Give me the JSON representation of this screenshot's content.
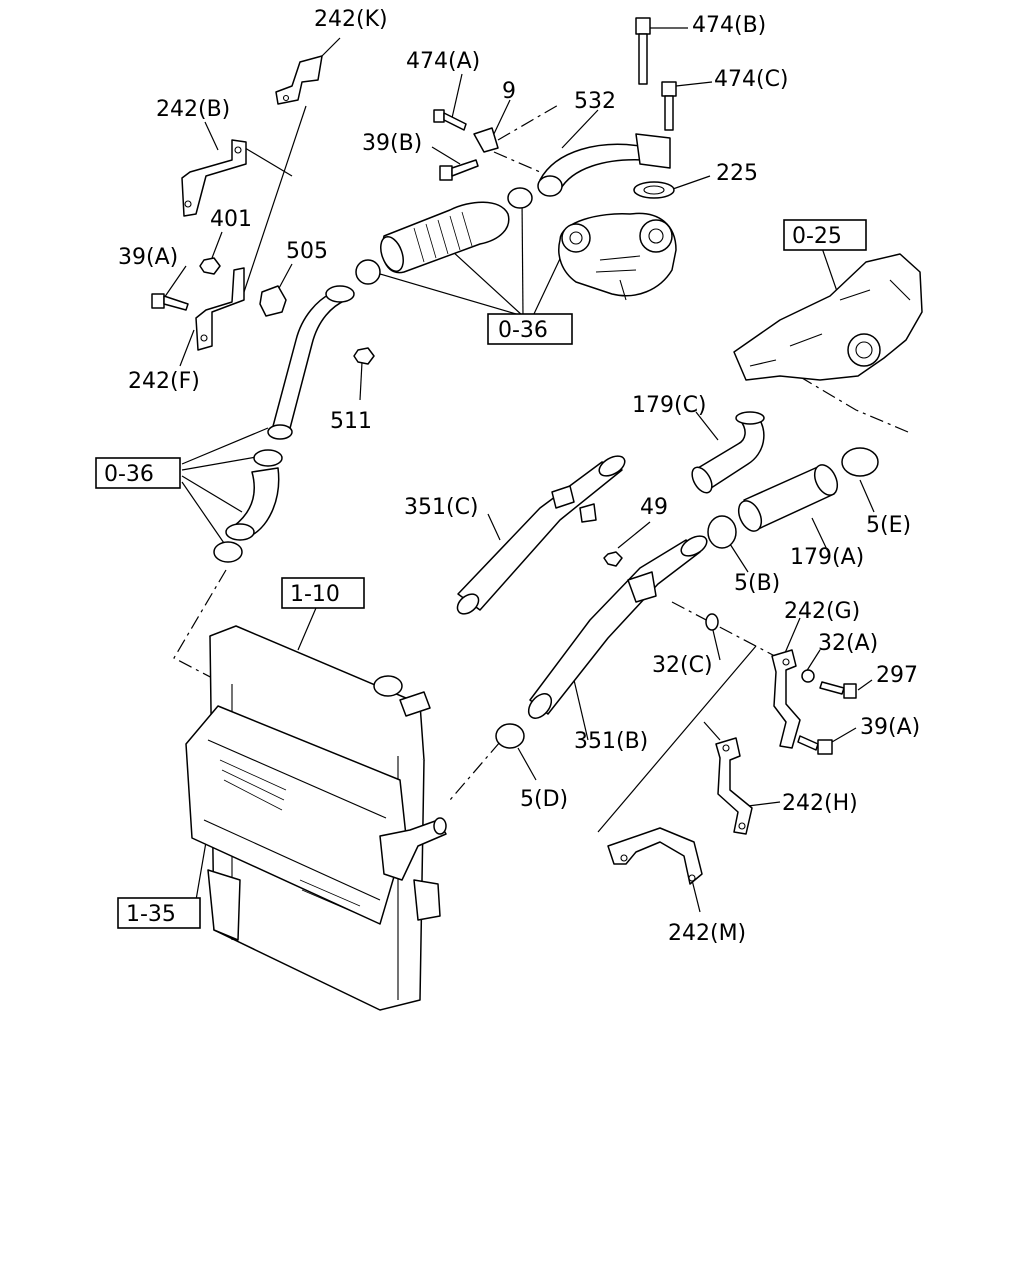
{
  "labels": {
    "l_242k": "242(K)",
    "l_242b": "242(B)",
    "l_474a": "474(A)",
    "l_9": "9",
    "l_532": "532",
    "l_474b": "474(B)",
    "l_474c": "474(C)",
    "l_39b": "39(B)",
    "l_225": "225",
    "l_401": "401",
    "l_505": "505",
    "l_39a_top": "39(A)",
    "l_242f": "242(F)",
    "l_511": "511",
    "l_179c": "179(C)",
    "l_351c": "351(C)",
    "l_49": "49",
    "l_179a": "179(A)",
    "l_5e": "5(E)",
    "l_5b": "5(B)",
    "l_242g": "242(G)",
    "l_32a": "32(A)",
    "l_297": "297",
    "l_32c": "32(C)",
    "l_39a_right": "39(A)",
    "l_351b": "351(B)",
    "l_5d": "5(D)",
    "l_242h": "242(H)",
    "l_242m": "242(M)"
  },
  "ref_boxes": {
    "r_036_top": "0-36",
    "r_025": "0-25",
    "r_036_left": "0-36",
    "r_110": "1-10",
    "r_135": "1-35"
  }
}
